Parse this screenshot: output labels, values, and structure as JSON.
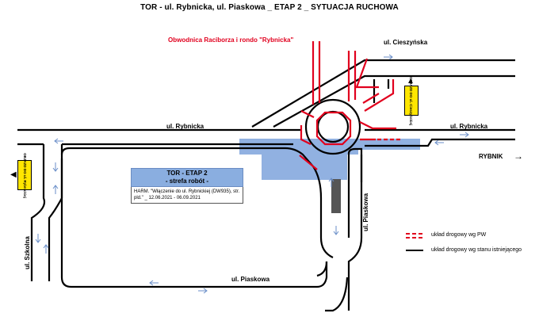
{
  "title": "TOR - ul. Rybnicka, ul. Piaskowa _ ETAP 2 _ SYTUACJA RUCHOWA",
  "project_label": "Obwodnica Raciborza i rondo \"Rybnicka\"",
  "streets": {
    "cieszynska": "ul. Cieszyńska",
    "rybnicka_left": "ul. Rybnicka",
    "rybnicka_right": "ul. Rybnicka",
    "piaskowa_vertical": "ul. Piaskowa",
    "piaskowa_bottom": "ul. Piaskowa",
    "szkolna": "ul. Szkolna"
  },
  "direction": {
    "label": "RYBNIK",
    "arrow": "→"
  },
  "signs": {
    "left": "OBJAZD DO ul. Rybnickiej",
    "right": "OBJAZD DO ul. Cieszyńskiej"
  },
  "work_zone": {
    "title": "TOR - ETAP 2",
    "subtitle": "- strefa robót -",
    "note_1": "HARM. \"Włączenie do ul. Rybnickiej (DW935), str.",
    "note_2": "pld.\" _ 12.06.2021 - 06.09.2021"
  },
  "legend": {
    "item_1": "układ drogowy  wg PW",
    "item_2": "układ drogowy wg stanu istniejącego"
  },
  "colors": {
    "road": "#000000",
    "planned": "#e1001e",
    "work_zone": "#7ea4dc",
    "lane_arrows": "#6a8ec8",
    "sign": "#ffe600"
  }
}
